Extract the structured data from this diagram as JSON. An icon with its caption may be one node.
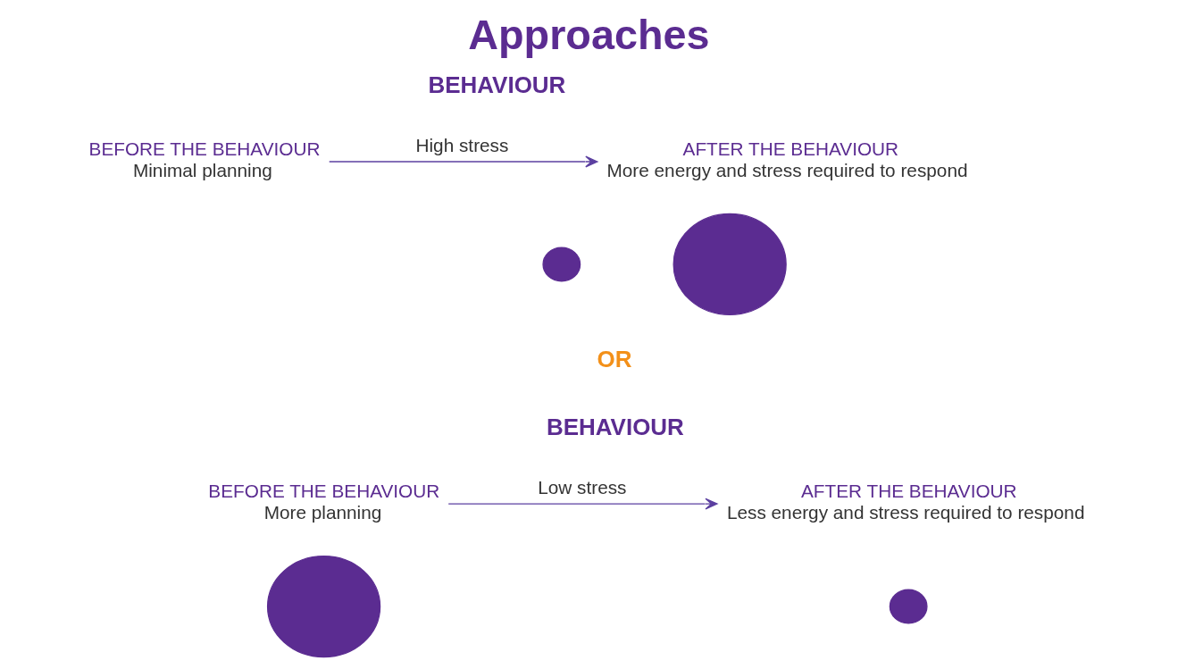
{
  "diagram": {
    "title": "Approaches",
    "nodes": [
      {
        "text": [
          "BEFORE THE BEHAVIOUR",
          "Minimal planning"
        ]
      },
      {
        "text": [
          "AFTER THE BEHAVIOUR",
          "More energy and stress required to respond"
        ]
      },
      {
        "text": [],
        "shape": "circle"
      },
      {
        "text": [],
        "shape": "circle"
      },
      {
        "text": [
          "BEFORE THE BEHAVIOUR",
          "More planning"
        ]
      },
      {
        "text": [
          "AFTER THE BEHAVIOUR",
          "Less energy and stress required to respond"
        ]
      },
      {
        "text": [],
        "shape": "circle"
      },
      {
        "text": [],
        "shape": "circle"
      }
    ],
    "edges": [
      {
        "from": 0,
        "to": 1,
        "arrow": "to",
        "label": "High stress"
      },
      {
        "from": 4,
        "to": 5,
        "arrow": "to",
        "label": "Low stress"
      }
    ],
    "labels": [
      "BEHAVIOUR",
      "OR",
      "BEHAVIOUR"
    ]
  }
}
